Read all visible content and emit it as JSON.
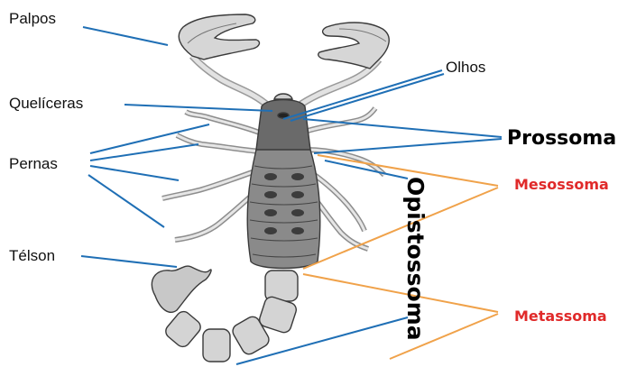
{
  "labels": {
    "palpos": "Palpos",
    "queliceras": "Quelíceras",
    "pernas": "Pernas",
    "telson": "Télson",
    "olhos": "Olhos",
    "prossoma": "Prossoma",
    "mesossoma": "Mesossoma",
    "opistossoma": "Opistossoma",
    "metassoma": "Metassoma"
  },
  "colors": {
    "leader_blue": "#1f6fb5",
    "leader_orange": "#f0a24a",
    "label_red": "#e02a2a",
    "body_fill": "#d8d8d8",
    "body_dark": "#555555"
  },
  "icons": {
    "specimen": "scorpion-illustration"
  }
}
